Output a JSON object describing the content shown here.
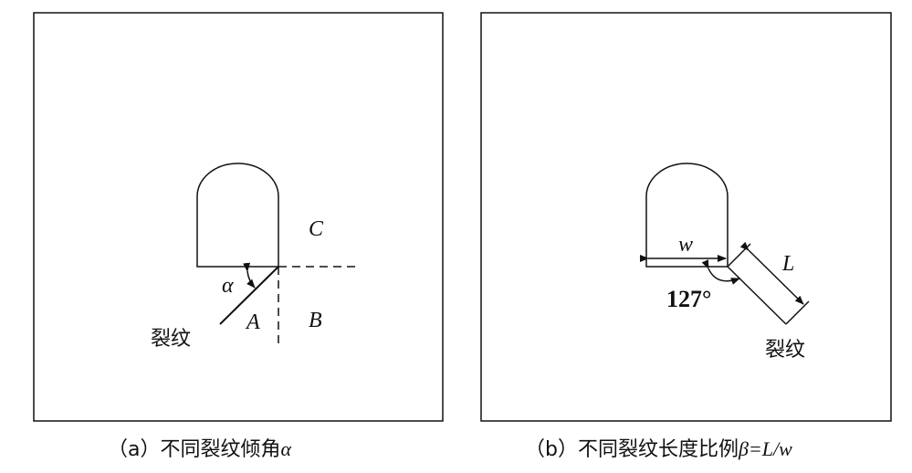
{
  "panel_a": {
    "caption_prefix": "（a）不同裂纹倾角",
    "caption_symbol": "α",
    "labels": {
      "alpha": "α",
      "A": "A",
      "B": "B",
      "C": "C",
      "crack": "裂纹"
    }
  },
  "panel_b": {
    "caption_prefix": "（b）不同裂纹长度比例",
    "caption_symbol": "β=L/w",
    "labels": {
      "w": "w",
      "L": "L",
      "angle": "127°",
      "crack": "裂纹"
    }
  }
}
